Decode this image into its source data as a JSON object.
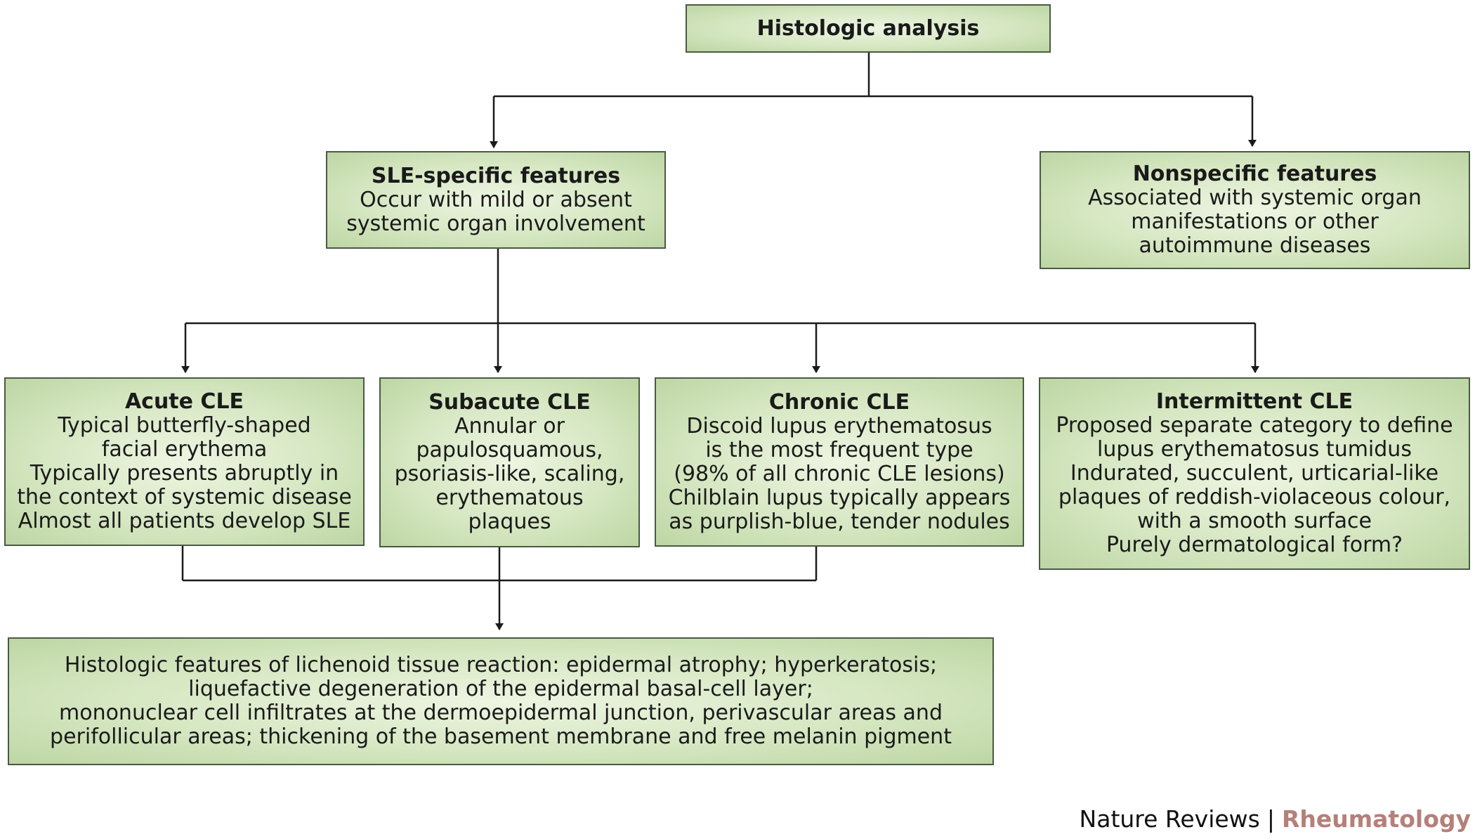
{
  "root": {
    "title": "Histologic analysis"
  },
  "sle_specific": {
    "title": "SLE-specific features",
    "lines": [
      "Occur with mild or absent",
      "systemic organ involvement"
    ]
  },
  "nonspecific": {
    "title": "Nonspecific features",
    "lines": [
      "Associated with systemic organ",
      "manifestations or other",
      "autoimmune diseases"
    ]
  },
  "acute": {
    "title": "Acute CLE",
    "lines": [
      "Typical butterfly-shaped",
      "facial erythema",
      "Typically presents abruptly in",
      "the context of systemic disease",
      "Almost all patients develop SLE"
    ]
  },
  "subacute": {
    "title": "Subacute CLE",
    "lines": [
      "Annular or",
      "papulosquamous,",
      "psoriasis-like, scaling,",
      "erythematous",
      "plaques"
    ]
  },
  "chronic": {
    "title": "Chronic CLE",
    "lines": [
      "Discoid lupus erythematosus",
      "is the most frequent type",
      "(98% of all chronic CLE lesions)",
      "Chilblain lupus typically appears",
      "as purplish-blue, tender nodules"
    ]
  },
  "intermittent": {
    "title": "Intermittent CLE",
    "lines": [
      "Proposed separate category to define",
      "lupus erythematosus tumidus",
      "Indurated, succulent, urticarial-like",
      "plaques of reddish-violaceous colour,",
      "with a smooth surface",
      "Purely dermatological form?"
    ]
  },
  "lichenoid": {
    "lines": [
      "Histologic features of lichenoid tissue reaction: epidermal atrophy; hyperkeratosis;",
      "liquefactive degeneration of the epidermal basal-cell layer;",
      "mononuclear cell infiltrates at the dermoepidermal junction, perivascular areas and",
      "perifollicular areas; thickening of the basement membrane and free melanin pigment"
    ]
  },
  "footer": {
    "journal": "Nature Reviews",
    "separator": "|",
    "section": "Rheumatology"
  },
  "colors": {
    "box_fill_center": "#eef5e2",
    "box_fill_edge": "#bdd6a4",
    "box_border": "#4a5a44",
    "connector": "#1a1a1a",
    "footer_section": "#b5807a"
  }
}
